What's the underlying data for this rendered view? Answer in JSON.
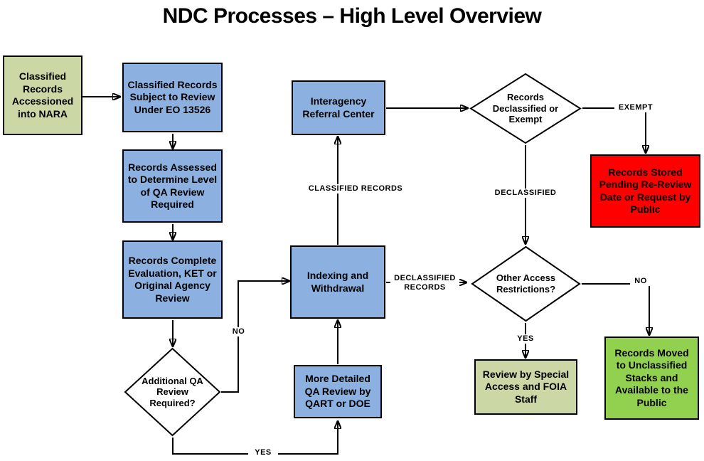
{
  "title": "NDC Processes – High Level Overview",
  "nodes": {
    "accessioned": {
      "label": "Classified Records Accessioned into NARA",
      "type": "terminator"
    },
    "subject_review": {
      "label": "Classified Records Subject to Review Under EO 13526",
      "type": "process"
    },
    "assessed": {
      "label": "Records Assessed to Determine Level of QA Review Required",
      "type": "process"
    },
    "complete_eval": {
      "label": "Records Complete Evaluation, KET or Original Agency Review",
      "type": "process"
    },
    "additional_qa": {
      "label": "Additional QA Review Required?",
      "type": "decision"
    },
    "indexing": {
      "label": "Indexing and Withdrawal",
      "type": "process"
    },
    "irc": {
      "label": "Interagency Referral Center",
      "type": "process"
    },
    "detailed_qa": {
      "label": "More Detailed QA Review by QART or DOE",
      "type": "process"
    },
    "declass_exempt": {
      "label": "Records Declassified or Exempt",
      "type": "decision"
    },
    "stored": {
      "label": "Records Stored Pending Re-Review Date or Request by Public",
      "type": "alert"
    },
    "other_access": {
      "label": "Other Access Restrictions?",
      "type": "decision"
    },
    "special_access": {
      "label": "Review by Special Access and FOIA Staff",
      "type": "terminator"
    },
    "unclass_stacks": {
      "label": "Records Moved to Unclassified Stacks and Available to the Public",
      "type": "terminator"
    }
  },
  "edge_labels": {
    "classified_records": "CLASSIFIED RECORDS",
    "declassified_records": "DECLASSIFIED RECORDS",
    "declassified": "DECLASSIFIED",
    "exempt": "EXEMPT",
    "no_qa_review": "NO",
    "yes_qa_review": "YES",
    "yes_restrictions": "YES",
    "no_restrictions": "NO"
  },
  "colors": {
    "process_blue": "#8CB0DF",
    "pale_green": "#CBD8A5",
    "bright_green": "#92D050",
    "alert_red": "#FF0000",
    "line_black": "#000000",
    "decision_white": "#FFFFFF"
  }
}
